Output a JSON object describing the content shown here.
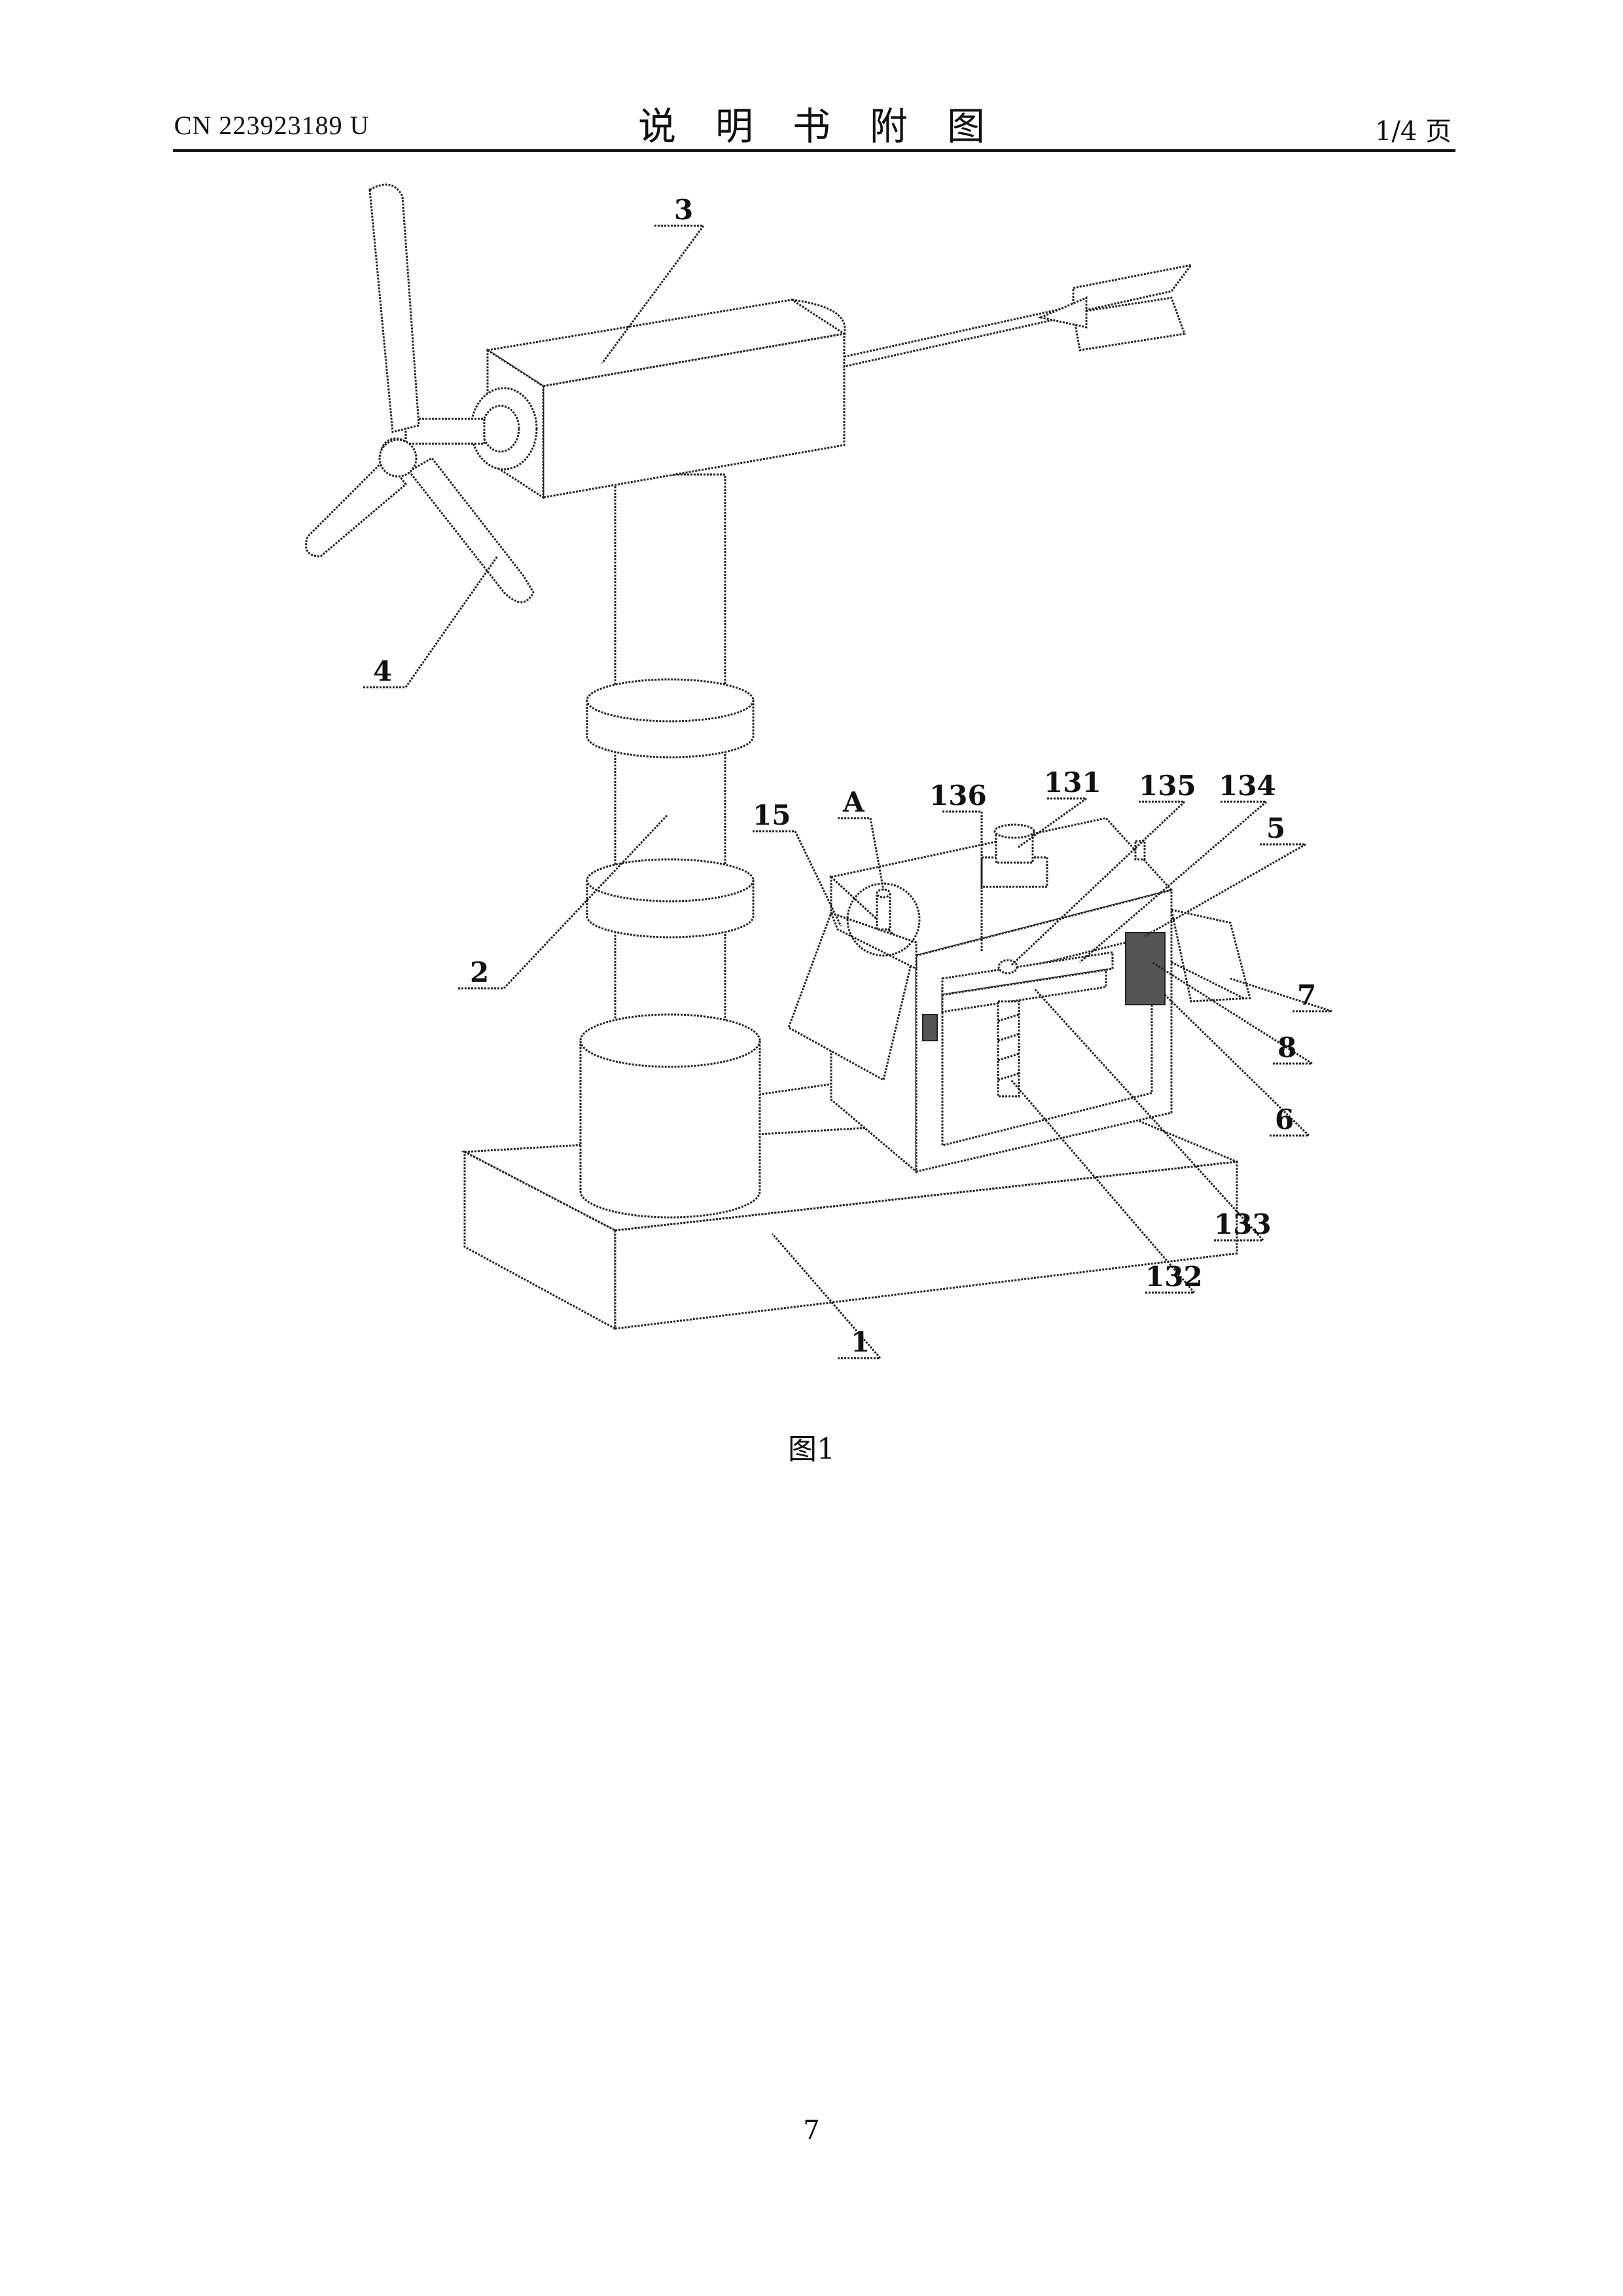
{
  "header": {
    "publication_number": "CN 223923189 U",
    "title": "说明书附图",
    "page_of": "1/4 页"
  },
  "figure": {
    "caption": "图1",
    "reference_labels": [
      "1",
      "2",
      "3",
      "4",
      "5",
      "6",
      "7",
      "8",
      "15",
      "A",
      "131",
      "132",
      "133",
      "134",
      "135",
      "136"
    ]
  },
  "footer": {
    "page_number": "7"
  }
}
